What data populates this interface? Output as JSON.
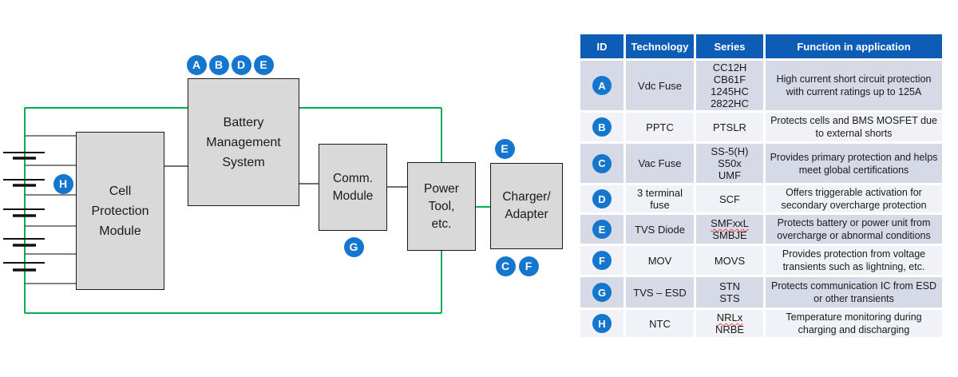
{
  "diagram": {
    "boxes": {
      "cell_protection": "Cell\nProtection\nModule",
      "bms": "Battery\nManagement\nSystem",
      "comm": "Comm.\nModule",
      "power_tool": "Power\nTool,\netc.",
      "charger": "Charger/\nAdapter"
    },
    "badges": {
      "bms": [
        "A",
        "B",
        "D",
        "E"
      ],
      "cell_protection": "H",
      "comm": "G",
      "charger_top": "E",
      "charger_bottom": [
        "C",
        "F"
      ]
    }
  },
  "table": {
    "headers": [
      "ID",
      "Technology",
      "Series",
      "Function in application"
    ],
    "rows": [
      {
        "id": "A",
        "technology": "Vdc Fuse",
        "series": [
          {
            "text": "CC12H",
            "wavy": false
          },
          {
            "text": "CB61F",
            "wavy": false
          },
          {
            "text": "1245HC",
            "wavy": false
          },
          {
            "text": "2822HC",
            "wavy": false
          }
        ],
        "function": "High current short circuit protection with current ratings up to 125A"
      },
      {
        "id": "B",
        "technology": "PPTC",
        "series": [
          {
            "text": "PTSLR",
            "wavy": false
          }
        ],
        "function": "Protects cells and BMS MOSFET due to external shorts"
      },
      {
        "id": "C",
        "technology": "Vac Fuse",
        "series": [
          {
            "text": "SS-5(H)",
            "wavy": false
          },
          {
            "text": "S50x",
            "wavy": false
          },
          {
            "text": "UMF",
            "wavy": false
          }
        ],
        "function": "Provides primary protection and helps meet global certifications"
      },
      {
        "id": "D",
        "technology": "3 terminal fuse",
        "series": [
          {
            "text": "SCF",
            "wavy": false
          }
        ],
        "function": "Offers triggerable activation for secondary overcharge protection"
      },
      {
        "id": "E",
        "technology": "TVS Diode",
        "series": [
          {
            "text": "SMFxxL",
            "wavy": true
          },
          {
            "text": "SMBJE",
            "wavy": false
          }
        ],
        "function": "Protects battery or power unit from overcharge or abnormal conditions"
      },
      {
        "id": "F",
        "technology": "MOV",
        "series": [
          {
            "text": "MOVS",
            "wavy": false
          }
        ],
        "function": "Provides protection from voltage transients such as lightning, etc."
      },
      {
        "id": "G",
        "technology": "TVS – ESD",
        "series": [
          {
            "text": "STN",
            "wavy": false
          },
          {
            "text": "STS",
            "wavy": false
          }
        ],
        "function": "Protects communication IC from ESD or other transients"
      },
      {
        "id": "H",
        "technology": "NTC",
        "series": [
          {
            "text": "NRLx",
            "wavy": true
          },
          {
            "text": "NRBE",
            "wavy": false
          }
        ],
        "function": "Temperature monitoring during charging and discharging"
      }
    ]
  },
  "colors": {
    "badge_blue": "#1476cd",
    "header_blue": "#0d5cb5",
    "wire_green": "#00b050",
    "box_fill": "#d9d9d9",
    "row_dark": "#d6dae7",
    "row_light": "#f0f2f8",
    "misspell_underline": "#ff4040"
  }
}
